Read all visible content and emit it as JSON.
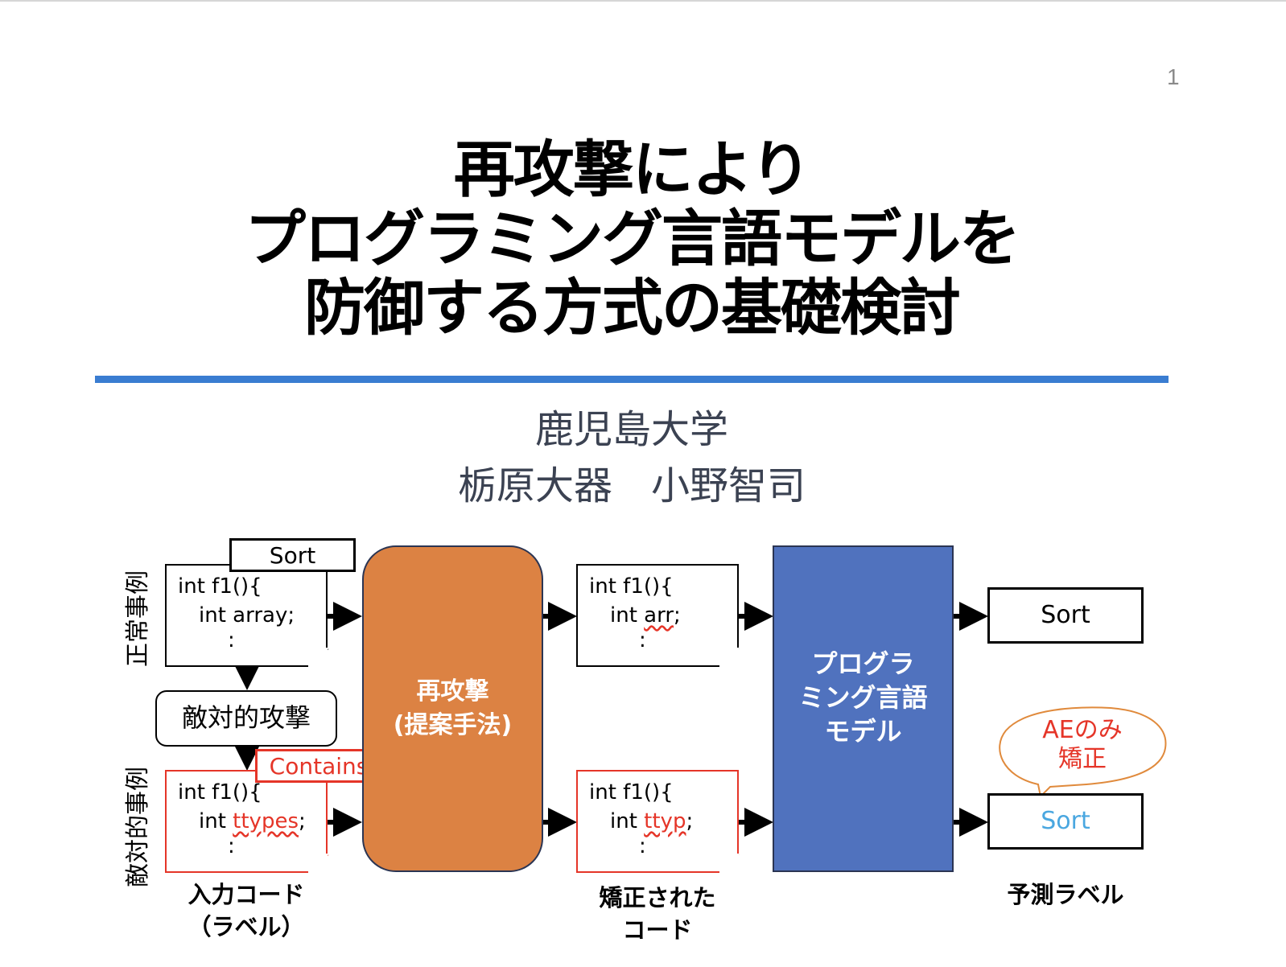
{
  "page_number": "1",
  "title": {
    "lines": [
      "再攻撃により",
      "プログラミング言語モデルを",
      "防御する方式の基礎検討"
    ]
  },
  "affiliation": "鹿児島大学",
  "authors": "栃原大器　小野智司",
  "colors": {
    "divider": "#3a7dd1",
    "reattack_block": "#dc8243",
    "model_block": "#5072be",
    "adversarial": "#e53528",
    "corrected_label": "#4aa7e0",
    "bubble_outline": "#e08a3c"
  },
  "diagram": {
    "row_labels": {
      "normal": "正常事例",
      "adversarial": "敵対的事例"
    },
    "input_normal": {
      "label": "Sort",
      "code": {
        "line1": "int f1(){",
        "line2_prefix": "int ",
        "line2_word": "array",
        "line2_suffix": ";",
        "line3": ":"
      }
    },
    "attack_step": "敵対的攻撃",
    "input_adversarial": {
      "label": "Contains",
      "code": {
        "line1": "int f1(){",
        "line2_prefix": "int ",
        "line2_word": "ttypes",
        "line2_suffix": ";",
        "line3": ":"
      }
    },
    "reattack": {
      "line1": "再攻撃",
      "line2": "(提案手法)"
    },
    "corrected_normal": {
      "code": {
        "line1": "int f1(){",
        "line2_prefix": "int ",
        "line2_word": "arr",
        "line2_suffix": ";",
        "line3": ":"
      }
    },
    "corrected_adversarial": {
      "code": {
        "line1": "int f1(){",
        "line2_prefix": "int ",
        "line2_word": "ttyp",
        "line2_suffix": ";",
        "line3": ":"
      }
    },
    "model": {
      "line1": "プログラ",
      "line2": "ミング言語",
      "line3": "モデル"
    },
    "prediction_normal": "Sort",
    "prediction_adversarial": "Sort",
    "bubble": {
      "line1": "AEのみ",
      "line2": "矯正"
    },
    "captions": {
      "input": {
        "line1": "入力コード",
        "line2": "（ラベル）"
      },
      "corrected": {
        "line1": "矯正された",
        "line2": "コード"
      },
      "prediction": "予測ラベル"
    }
  }
}
